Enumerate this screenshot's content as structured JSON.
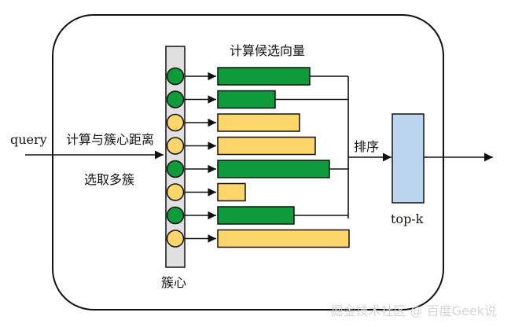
{
  "labels": {
    "query": "query",
    "compute_distance": "计算与簇心距离",
    "select_clusters": "选取多簇",
    "compute_candidates": "计算候选向量",
    "sort": "排序",
    "topk": "top-k",
    "centroids": "簇心"
  },
  "watermark": "掘金技术社区 @ 百度Geek说",
  "colors": {
    "green": "#0f9a3b",
    "yellow": "#fdd66b",
    "column": "#e0e0e0",
    "topk_box": "#bcd5ee",
    "stroke": "#111111"
  },
  "clusters": [
    {
      "color": "green",
      "bar_level": 0.7,
      "selected": true
    },
    {
      "color": "green",
      "bar_level": 0.44,
      "selected": true
    },
    {
      "color": "yellow",
      "bar_level": 0.62,
      "selected": false
    },
    {
      "color": "yellow",
      "bar_level": 0.74,
      "selected": false
    },
    {
      "color": "green",
      "bar_level": 0.85,
      "selected": true
    },
    {
      "color": "yellow",
      "bar_level": 0.21,
      "selected": false
    },
    {
      "color": "green",
      "bar_level": 0.58,
      "selected": true
    },
    {
      "color": "yellow",
      "bar_level": 1.0,
      "selected": false
    }
  ]
}
